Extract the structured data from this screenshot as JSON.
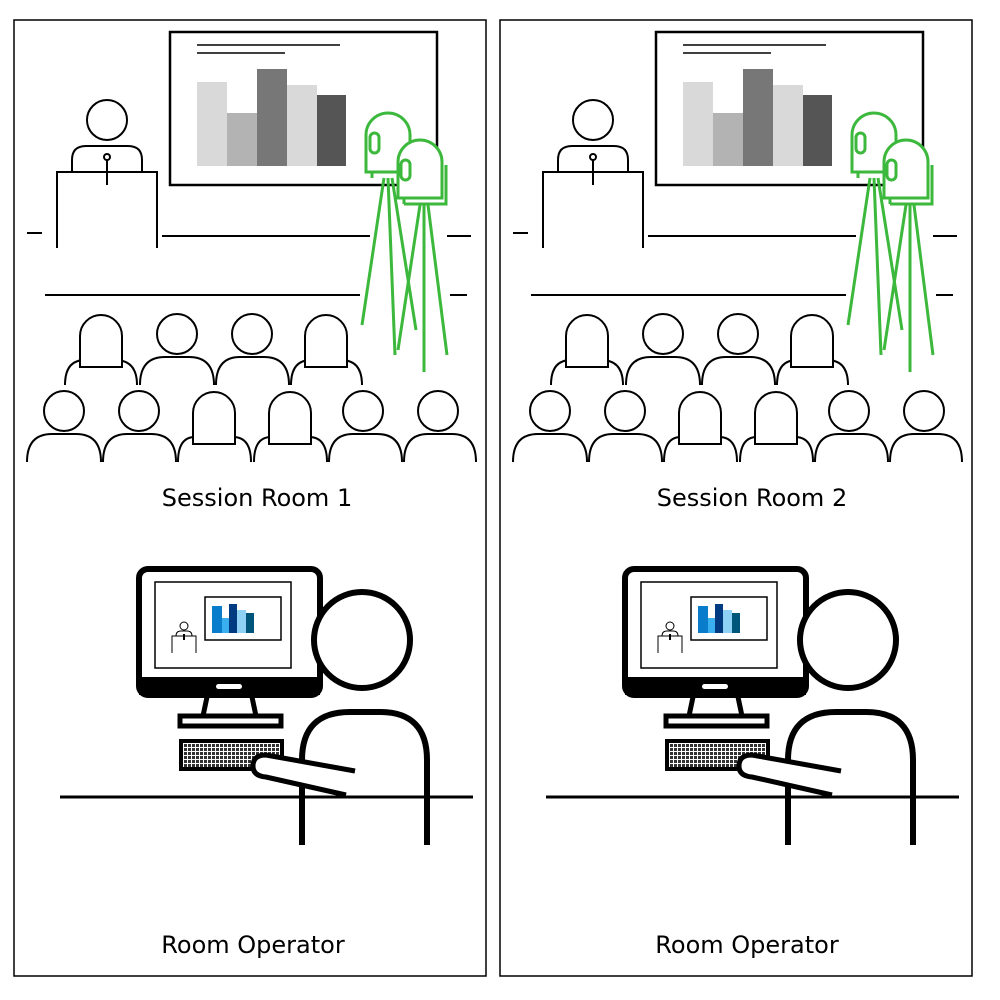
{
  "panels": [
    {
      "room_label": "Session Room 1",
      "operator_label": "Room Operator"
    },
    {
      "room_label": "Session Room 2",
      "operator_label": "Room Operator"
    }
  ],
  "colors": {
    "camera": "#3cb83c",
    "slide_bars": [
      "#d9d9d9",
      "#b3b3b3",
      "#777777",
      "#d9d9d9",
      "#555555"
    ],
    "monitor_bars": [
      "#0a7ccc",
      "#3ab0f0",
      "#003a80",
      "#8fd0f5",
      "#00557a"
    ]
  }
}
